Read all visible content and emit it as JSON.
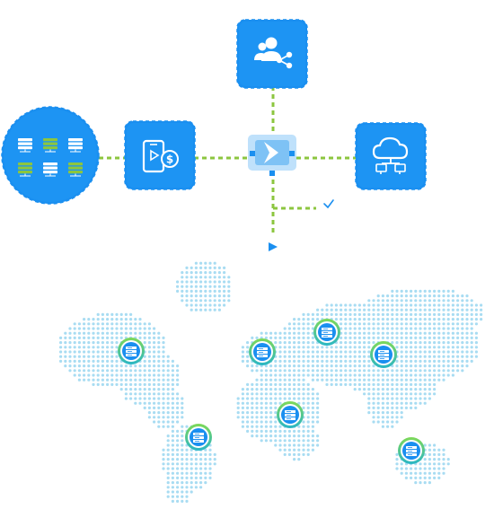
{
  "diagram": {
    "nodes": {
      "server_farm": {
        "icon": "server-rack-grid-icon"
      },
      "mobile_payment": {
        "icon": "mobile-payment-icon"
      },
      "users_share": {
        "icon": "users-share-icon"
      },
      "router_hub": {
        "icon": "forward-arrow-hub-icon"
      },
      "cloud_network": {
        "icon": "cloud-network-icon"
      }
    },
    "check_marker": {
      "icon": "check-icon"
    },
    "play_marker": {
      "icon": "play-icon"
    },
    "world_map": {
      "icon": "dotted-world-map",
      "server_locations": [
        {
          "name": "north-america"
        },
        {
          "name": "western-europe"
        },
        {
          "name": "russia"
        },
        {
          "name": "east-asia"
        },
        {
          "name": "south-america"
        },
        {
          "name": "africa"
        },
        {
          "name": "australia"
        }
      ]
    },
    "colors": {
      "node_blue": "#1a8ff0",
      "link_green": "#8cc63f",
      "map_dots": "#a8dcf2",
      "pin_ring": "#4cc7a4"
    }
  }
}
